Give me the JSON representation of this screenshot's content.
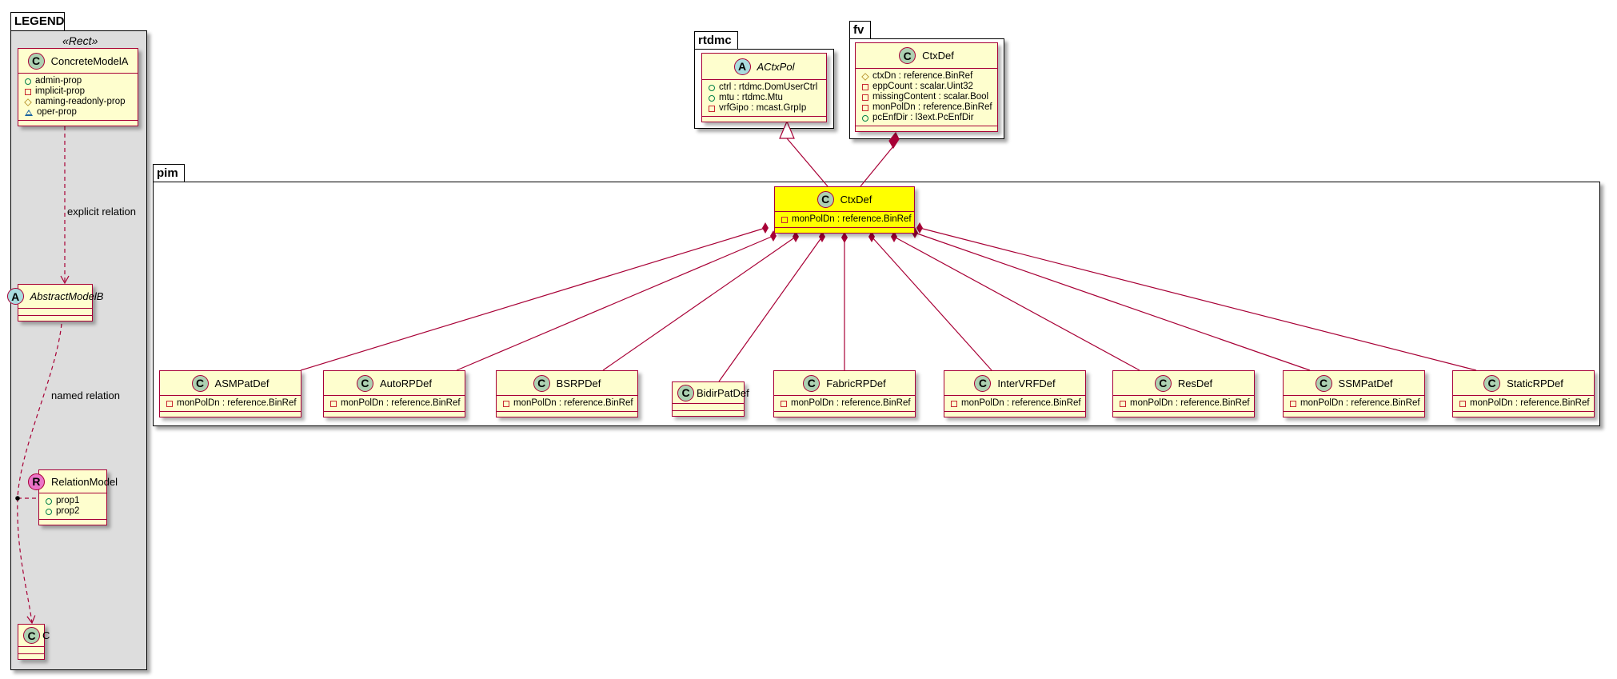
{
  "legend": {
    "package_name": "LEGEND",
    "stereotype": "«Rect»",
    "explicit_relation_label": "explicit relation",
    "named_relation_label": "named relation"
  },
  "packages": {
    "rtdmc": "rtdmc",
    "fv": "fv",
    "pim": "pim"
  },
  "colors": {
    "border": "#A80036",
    "class_fill": "#FEFECE",
    "highlight_fill": "#FFFF00",
    "class_icon": "#ADD1B2",
    "abstract_icon": "#A9DCDF",
    "relation_icon": "#EB74C8",
    "legend_bg": "#DDDDDD"
  },
  "classes": {
    "legend_concrete": {
      "kind": "C",
      "name": "ConcreteModelA",
      "attrs": [
        {
          "vis": "public",
          "text": "admin-prop"
        },
        {
          "vis": "private",
          "text": "implicit-prop"
        },
        {
          "vis": "protected",
          "text": "naming-readonly-prop"
        },
        {
          "vis": "package",
          "text": "oper-prop"
        }
      ]
    },
    "legend_abstract": {
      "kind": "A",
      "name": "AbstractModelB",
      "attrs": []
    },
    "legend_relation": {
      "kind": "R",
      "name": "RelationModel",
      "attrs": [
        {
          "vis": "public",
          "text": "prop1"
        },
        {
          "vis": "public",
          "text": "prop2"
        }
      ]
    },
    "legend_c": {
      "kind": "C",
      "name": "C",
      "attrs": []
    },
    "actxpol": {
      "kind": "A",
      "name": "ACtxPol",
      "attrs": [
        {
          "vis": "public",
          "text": "ctrl : rtdmc.DomUserCtrl"
        },
        {
          "vis": "public",
          "text": "mtu : rtdmc.Mtu"
        },
        {
          "vis": "private",
          "text": "vrfGipo : mcast.GrpIp"
        }
      ]
    },
    "fv_ctxdef": {
      "kind": "C",
      "name": "CtxDef",
      "attrs": [
        {
          "vis": "protected",
          "text": "ctxDn : reference.BinRef"
        },
        {
          "vis": "private",
          "text": "eppCount : scalar.Uint32"
        },
        {
          "vis": "private",
          "text": "missingContent : scalar.Bool"
        },
        {
          "vis": "private",
          "text": "monPolDn : reference.BinRef"
        },
        {
          "vis": "public",
          "text": "pcEnfDir : l3ext.PcEnfDir"
        }
      ]
    },
    "pim_ctxdef": {
      "kind": "C",
      "name": "CtxDef",
      "attrs": [
        {
          "vis": "private",
          "text": "monPolDn : reference.BinRef"
        }
      ]
    },
    "asmpatdef": {
      "kind": "C",
      "name": "ASMPatDef",
      "attrs": [
        {
          "vis": "private",
          "text": "monPolDn : reference.BinRef"
        }
      ]
    },
    "autorpdef": {
      "kind": "C",
      "name": "AutoRPDef",
      "attrs": [
        {
          "vis": "private",
          "text": "monPolDn : reference.BinRef"
        }
      ]
    },
    "bsrpdef": {
      "kind": "C",
      "name": "BSRPDef",
      "attrs": [
        {
          "vis": "private",
          "text": "monPolDn : reference.BinRef"
        }
      ]
    },
    "bidirpatdef": {
      "kind": "C",
      "name": "BidirPatDef",
      "attrs": []
    },
    "fabricrpdef": {
      "kind": "C",
      "name": "FabricRPDef",
      "attrs": [
        {
          "vis": "private",
          "text": "monPolDn : reference.BinRef"
        }
      ]
    },
    "intervrfdef": {
      "kind": "C",
      "name": "InterVRFDef",
      "attrs": [
        {
          "vis": "private",
          "text": "monPolDn : reference.BinRef"
        }
      ]
    },
    "resdef": {
      "kind": "C",
      "name": "ResDef",
      "attrs": [
        {
          "vis": "private",
          "text": "monPolDn : reference.BinRef"
        }
      ]
    },
    "ssmpatdef": {
      "kind": "C",
      "name": "SSMPatDef",
      "attrs": [
        {
          "vis": "private",
          "text": "monPolDn : reference.BinRef"
        }
      ]
    },
    "staticrpdef": {
      "kind": "C",
      "name": "StaticRPDef",
      "attrs": [
        {
          "vis": "private",
          "text": "monPolDn : reference.BinRef"
        }
      ]
    }
  }
}
